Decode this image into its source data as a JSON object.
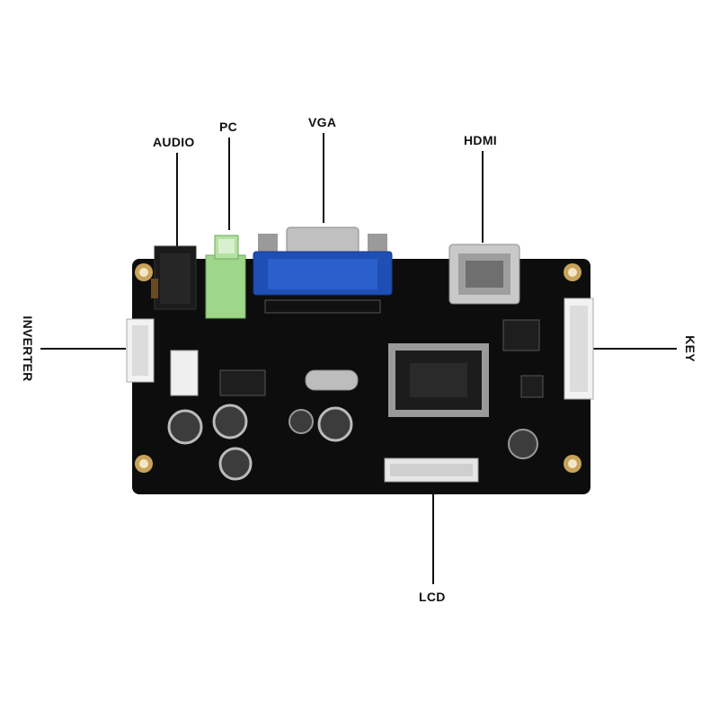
{
  "labels": {
    "audio": "AUDIO",
    "pc": "PC",
    "vga": "VGA",
    "hdmi": "HDMI",
    "inverter": "INVERTER",
    "key": "KEY",
    "lcd": "LCD"
  },
  "colors": {
    "pcb": "#0d0d0d",
    "vga_connector": "#1f4fb5",
    "pc_audio_jack": "#9fd78a",
    "hdmi_metal": "#c9c9c9",
    "lead_line": "#111111"
  }
}
